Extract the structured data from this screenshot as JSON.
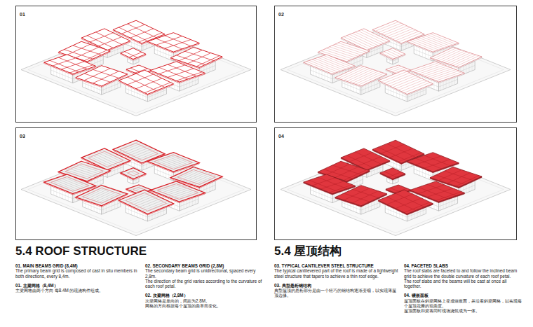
{
  "diagram": {
    "title": "5.4 ROOF STRUCTURE",
    "nodes": [
      {
        "text": [
          "01"
        ]
      },
      {
        "text": [
          "02"
        ]
      },
      {
        "text": [
          "03"
        ]
      },
      {
        "text": [
          "04"
        ]
      }
    ],
    "labels": [
      "5.4 屋顶结构",
      "01. MAIN BEAMS GRID (8,4M)",
      "The primary beam grid is composed of cast in situ members in both directions, every 8,4m.",
      "01. 主梁网格（8,4M）",
      "主梁网格由两个方向 每8.4M 的现浇构件组成。",
      "02. SECONDARY BEAMS GRID (2,8M)",
      "The secondary beam grid is unidirectional, spaced every 2,8m.",
      "The direction of the grid varies according to the curvature of each roof petal.",
      "02. 次梁网格（2,8M）",
      "次梁网格是单向的，间距为2.8M。",
      "网格的方向根据每个屋顶的曲率而变化。",
      "03. TYPICAL CANTILEVER STEEL STRUCTURE",
      "The typical cantilevered part of the roof is made of a lightweight steel structure that tapers to achieve a thin roof edge.",
      "03. 典型悬桁钢结构",
      "典型屋顶的悬桁部分是由一个轻巧的钢结构逐渐变细，以实现薄屋顶边缘。",
      "04. FACETED SLABS",
      "The roof slabs are faceted to and follow the inclined beam grid to achieve the double curvature of each roof petal.",
      "The roof slabs and the beams will be cast at once all together.",
      "04. 镶嵌面板",
      "屋顶面板在斜梁网格上变成镶嵌面，并沿着斜梁网格，以实现每个屋顶花瓣的双曲度。",
      "屋顶面板和梁将同时现场浇筑成为一体。"
    ]
  }
}
